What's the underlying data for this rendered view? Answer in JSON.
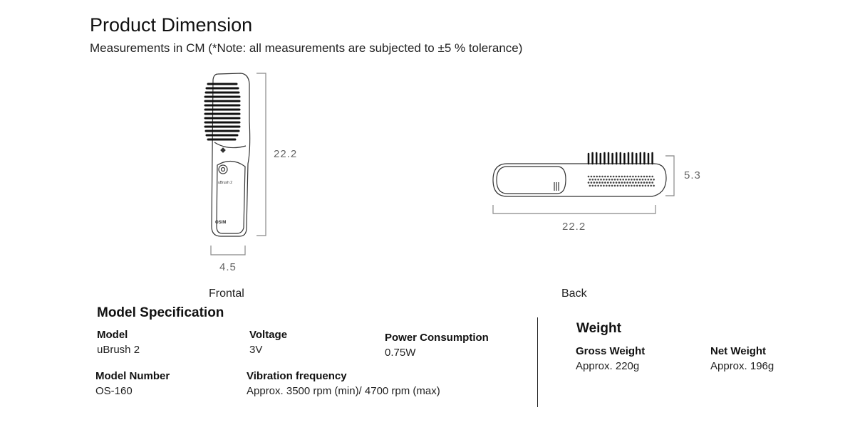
{
  "header": {
    "title": "Product Dimension",
    "subtitle": "Measurements in CM (*Note: all measurements are subjected to ±5 % tolerance)"
  },
  "frontal": {
    "label": "Frontal",
    "height_dim": "22.2",
    "width_dim": "4.5",
    "device_text": "uBrush 2",
    "brand_text": "OSIM"
  },
  "back": {
    "label": "Back",
    "height_dim": "5.3",
    "length_dim": "22.2"
  },
  "model_spec": {
    "title": "Model Specification",
    "model": {
      "label": "Model",
      "value": "uBrush 2"
    },
    "voltage": {
      "label": "Voltage",
      "value": "3V"
    },
    "power": {
      "label": "Power Consumption",
      "value": "0.75W"
    },
    "model_number": {
      "label": "Model Number",
      "value": "OS-160"
    },
    "vibration": {
      "label": "Vibration frequency",
      "value": "Approx. 3500 rpm (min)/ 4700 rpm (max)"
    }
  },
  "weight": {
    "title": "Weight",
    "gross": {
      "label": "Gross Weight",
      "value": "Approx. 220g"
    },
    "net": {
      "label": "Net Weight",
      "value": "Approx. 196g"
    }
  }
}
